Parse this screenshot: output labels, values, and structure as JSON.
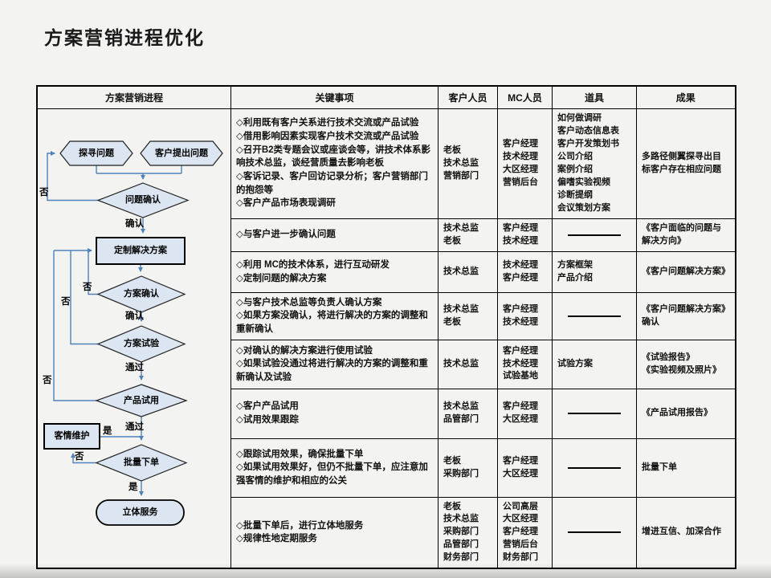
{
  "title": "方案营销进程优化",
  "table": {
    "headers": [
      "方案营销进程",
      "关键事项",
      "客户人员",
      "MC人员",
      "道具",
      "成果"
    ],
    "rows": [
      {
        "key": "◇利用既有客户关系进行技术交流或产品试验\n◇借用影响因素实现客户技术交流或产品试验\n◇召开B2类专题会议或座谈会等，讲技术体系影响技术总监，谈经营质量去影响老板\n◇客诉记录、客户回访记录分析；客户营销部门的抱怨等\n◇客户产品市场表现调研",
        "customer": "老板\n技术总监\n营销部门",
        "mc": "客户经理\n技术经理\n大区经理\n营销后台",
        "props": "如何做调研\n客户动态信息表\n客户开发策划书\n公司介绍\n案例介绍\n偏嗜实验视频\n诊断提纲\n会议策划方案",
        "result": "多路径侧翼探寻出目标客户存在相应问题"
      },
      {
        "key": "◇与客户进一步确认问题",
        "customer": "技术总监\n老板",
        "mc": "客户经理\n技术经理",
        "props": "",
        "result": "《客户面临的问题与解决方向》"
      },
      {
        "key": "◇利用 MC的技术体系，进行互动研发\n◇定制问题的解决方案",
        "customer": "技术总监",
        "mc": "技术经理\n客户经理",
        "props": "方案框架\n产品介绍",
        "result": "《客户问题解决方案》"
      },
      {
        "key": "◇与客户技术总监等负责人确认方案\n◇如果方案没确认，将进行解决的方案的调整和重新确认",
        "customer": "技术总监\n老板",
        "mc": "客户经理\n技术经理",
        "props": "",
        "result": "《客户问题解决方案》确认"
      },
      {
        "key": "◇对确认的解决方案进行使用试验\n◇如果试验没通过将进行解决的方案的调整和重新确认及试验",
        "customer": "技术总监",
        "mc": "客户经理\n技术经理\n试验基地",
        "props": "试验方案",
        "result": "《试验报告》\n《实验视频及照片》"
      },
      {
        "key": "◇客户产品试用\n◇试用效果跟踪",
        "customer": "技术总监\n品管部门",
        "mc": "客户经理\n大区经理",
        "props": "",
        "result": "《产品试用报告》"
      },
      {
        "key": "◇跟踪试用效果，确保批量下单\n◇如果试用效果好，但仍不批量下单，应注意加强客情的维护和相应的公关",
        "customer": "老板\n采购部门",
        "mc": "客户经理\n大区经理",
        "props": "",
        "result": "批量下单"
      },
      {
        "key": "◇批量下单后，进行立体地服务\n◇规律性地定期服务",
        "customer": "老板\n技术总监\n采购部门\n品管部门\n财务部门",
        "mc": "公司高层\n大区经理\n客户经理\n营销后台\n财务部门",
        "props": "",
        "result": "增进互信、加深合作"
      }
    ]
  },
  "flowchart": {
    "colors": {
      "shape_fill": "#dbe6f2",
      "shape_stroke": "#1f1f1f",
      "connector": "#4f81bd"
    },
    "nodes": [
      {
        "id": "explore-problem",
        "label": "探寻问题"
      },
      {
        "id": "customer-raise-problem",
        "label": "客户提出问题"
      },
      {
        "id": "problem-confirm",
        "label": "问题确认"
      },
      {
        "id": "custom-solution",
        "label": "定制解决方案"
      },
      {
        "id": "solution-confirm",
        "label": "方案确认"
      },
      {
        "id": "solution-trial",
        "label": "方案试验"
      },
      {
        "id": "product-trial",
        "label": "产品试用"
      },
      {
        "id": "relationship-maintain",
        "label": "客情维护"
      },
      {
        "id": "bulk-order",
        "label": "批量下单"
      },
      {
        "id": "solid-service",
        "label": "立体服务"
      }
    ],
    "edge_labels": {
      "no1": "否",
      "confirm1": "确认",
      "no2": "否",
      "no3": "否",
      "confirm2": "确认",
      "pass1": "通过",
      "no4": "否",
      "pass2": "通过",
      "yes1": "是",
      "no5": "否",
      "yes2": "是"
    }
  }
}
